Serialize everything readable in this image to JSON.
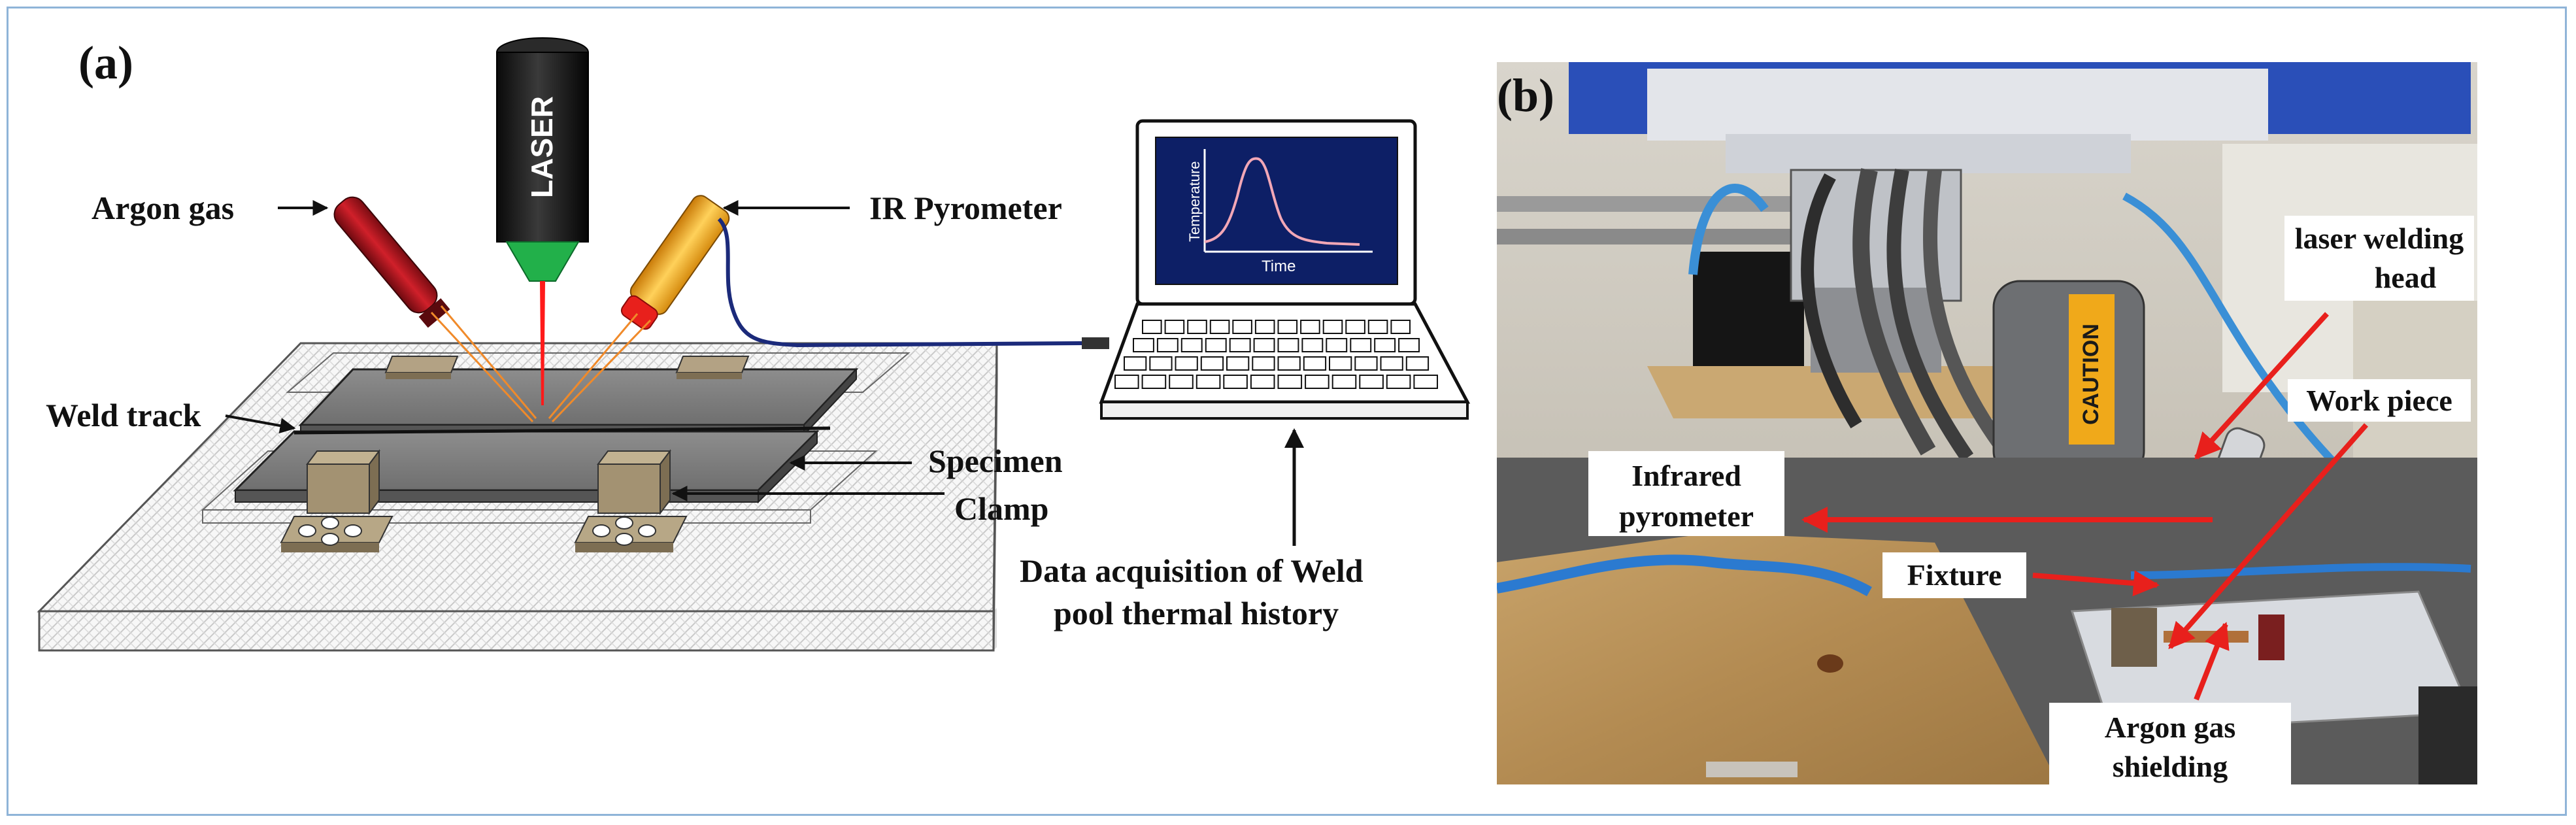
{
  "panel_a": {
    "label": "(a)",
    "laser": "LASER",
    "argon": "Argon gas",
    "ir": "IR Pyrometer",
    "weld_track": "Weld track",
    "specimen": "Specimen",
    "clamp": "Clamp",
    "screen_ylabel": "Temperature",
    "screen_xlabel": "Time",
    "daq_line1": "Data acquisition of  Weld",
    "daq_line2": "pool thermal history"
  },
  "panel_b": {
    "label": "(b)",
    "head_line1": "laser welding",
    "head_line2": "head",
    "workpiece": "Work piece",
    "pyro_line1": "Infrared",
    "pyro_line2": "pyrometer",
    "fixture": "Fixture",
    "argon_line1": "Argon gas",
    "argon_line2": "shielding",
    "caution": "CAUTION"
  },
  "colors": {
    "frame": "#8fb4d8",
    "arrow_red": "#e8201c",
    "laser_green": "#22b04a",
    "argon_red": "#a3121a",
    "pyrometer_orange": "#f5a623",
    "screen_bg": "#0d1f66",
    "curve_pink": "#f2a7b6"
  }
}
